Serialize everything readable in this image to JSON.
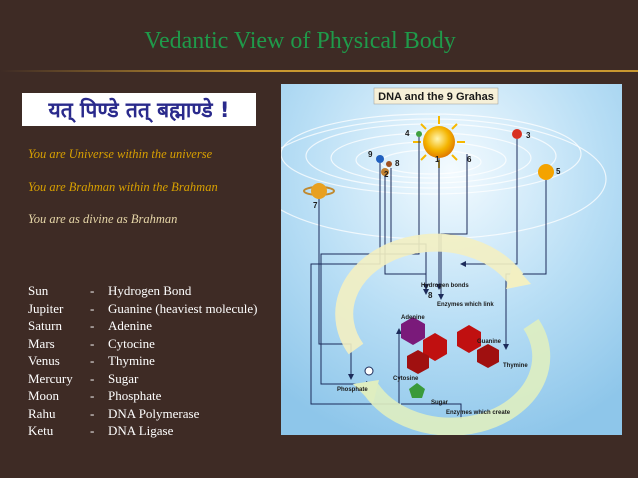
{
  "slide": {
    "title": "Vedantic View of  Physical Body",
    "sanskrit_banner": "यत् पिण्डे तत् बह्माण्डे !",
    "taglines": [
      "You are Universe within the universe",
      "You are Brahman within the Brahman",
      "You are as divine as Brahman"
    ],
    "mapping": [
      {
        "graha": "Sun",
        "sep": "-",
        "component": "Hydrogen Bond"
      },
      {
        "graha": "Jupiter",
        "sep": "-",
        "component": "Guanine (heaviest molecule)"
      },
      {
        "graha": "Saturn",
        "sep": "-",
        "component": "Adenine"
      },
      {
        "graha": "Mars",
        "sep": "-",
        "component": "Cytocine"
      },
      {
        "graha": "Venus",
        "sep": "-",
        "component": "Thymine"
      },
      {
        "graha": "Mercury",
        "sep": "-",
        "component": "Sugar"
      },
      {
        "graha": "Moon",
        "sep": "-",
        "component": "Phosphate"
      },
      {
        "graha": "Rahu",
        "sep": "-",
        "component": "DNA Polymerase"
      },
      {
        "graha": "Ketu",
        "sep": "-",
        "component": "DNA Ligase"
      }
    ]
  },
  "figure": {
    "title": "DNA and the 9 Grahas",
    "planet_numbers": [
      "1",
      "2",
      "3",
      "4",
      "5",
      "6",
      "7",
      "8",
      "9"
    ],
    "labels": {
      "hydrogen_bonds": "Hydrogen bonds",
      "enzymes_links": "Enzymes which link",
      "adenine": "Adenine",
      "guanine": "Guanine",
      "thymine": "Thymine",
      "cytosine": "Cytosine",
      "phosphate": "Phosphate",
      "sugar": "Sugar",
      "enzymes_create": "Enzymes which create"
    }
  }
}
